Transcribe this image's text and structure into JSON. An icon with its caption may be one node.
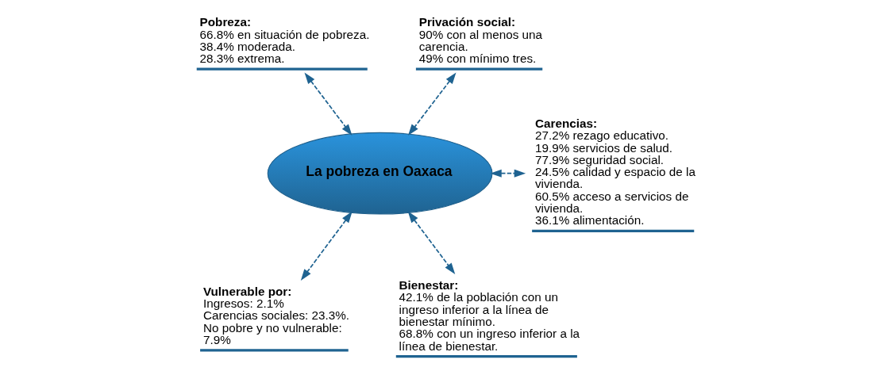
{
  "diagram": {
    "nodes": [
      {
        "text": [
          "La pobreza en Oaxaca"
        ]
      },
      {
        "text": [
          "Pobreza:",
          "66.8% en situación de pobreza.",
          "38.4% moderada.",
          "28.3% extrema."
        ]
      },
      {
        "text": [
          "Privación social:",
          "90% con al menos una carencia.",
          "49% con mínimo tres."
        ]
      },
      {
        "text": [
          "Carencias:",
          "27.2% rezago educativo.",
          "19.9% servicios de salud.",
          "77.9% seguridad social.",
          "24.5% calidad y espacio de la vivienda.",
          "60.5% acceso a servicios de vivienda.",
          "36.1% alimentación."
        ]
      },
      {
        "text": [
          "Vulnerable por:",
          "Ingresos: 2.1%",
          "Carencias sociales: 23.3%.",
          "No pobre y no vulnerable: 7.9%"
        ]
      },
      {
        "text": [
          "Bienestar:",
          "42.1% de la población con un ingreso inferior a la línea de bienestar mínimo.",
          "68.8% con un ingreso inferior a la línea de bienestar."
        ]
      }
    ],
    "edges": [
      {
        "from": 1,
        "to": 0,
        "arrow": "both",
        "style": "dashed"
      },
      {
        "from": 2,
        "to": 0,
        "arrow": "both",
        "style": "dashed"
      },
      {
        "from": 0,
        "to": 3,
        "arrow": "both",
        "style": "dashed"
      },
      {
        "from": 0,
        "to": 4,
        "arrow": "both",
        "style": "dashed"
      },
      {
        "from": 0,
        "to": 5,
        "arrow": "both",
        "style": "dashed"
      }
    ]
  }
}
